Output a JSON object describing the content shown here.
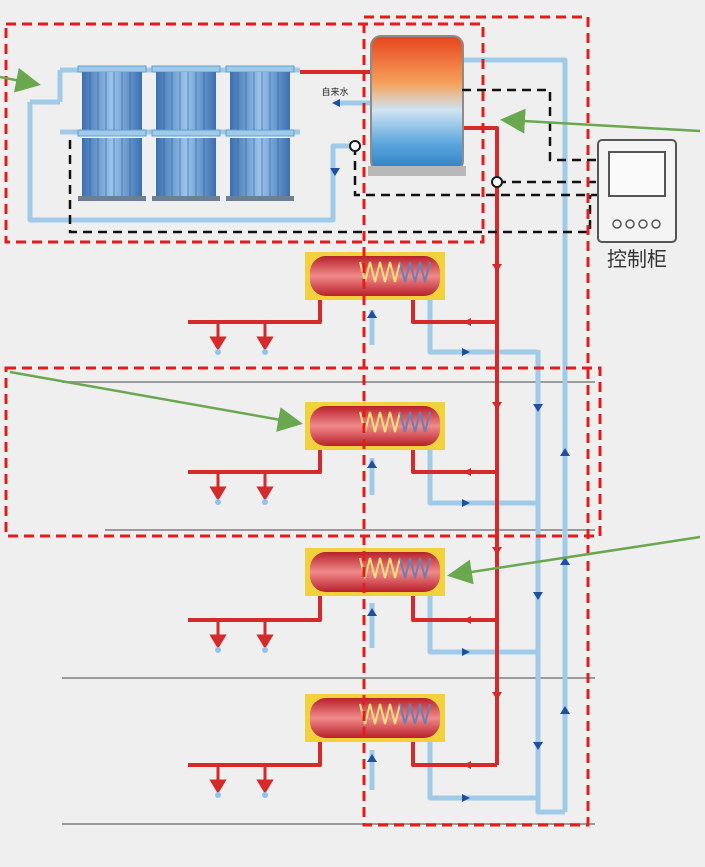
{
  "labels": {
    "tap_water": "自来水",
    "control_cabinet": "控制柜"
  },
  "colors": {
    "background": "#efefef",
    "hot_pipe": "#d42a2a",
    "cold_pipe": "#9fcbe8",
    "cold_pipe_edge": "#5f9fd0",
    "arrow_blue": "#1f4fa0",
    "boundary": "#e11d1d",
    "signal_line": "#111111",
    "callout_arrow": "#6aa84f",
    "floor_line": "#9a9a9a",
    "heater_frame": "#f2d23c",
    "collector": "#4f86c6"
  },
  "components": {
    "collector_panels": 6,
    "floor_heaters": 4,
    "faucets_per_floor": 2
  }
}
